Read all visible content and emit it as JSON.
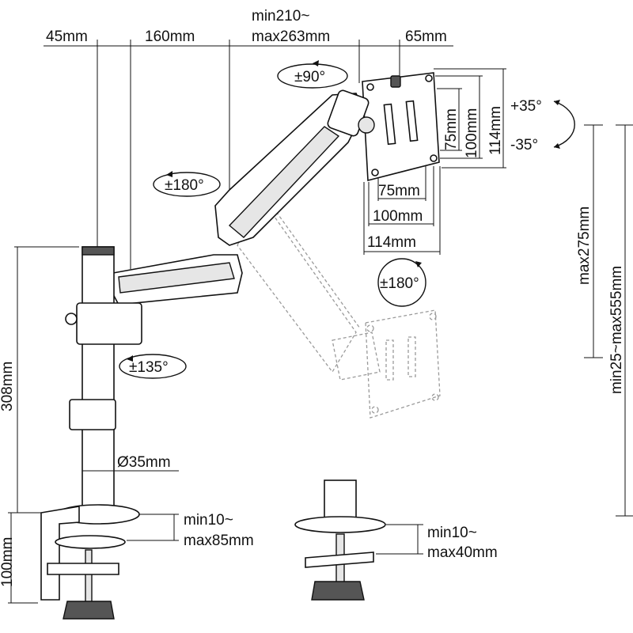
{
  "colors": {
    "line": "#111111",
    "ghost": "#9a9a9a",
    "fill_light": "#e6e6e6",
    "fill_dark": "#555555"
  },
  "labels": {
    "pole_offset": "45mm",
    "arm_lower": "160mm",
    "arm_upper_min": "min210~",
    "arm_upper_max": "max263mm",
    "head_offset": "65mm",
    "swivel_head": "±90°",
    "swivel_upper": "±180°",
    "swivel_base": "±135°",
    "rotation": "±180°",
    "tilt_up": "+35°",
    "tilt_down": "-35°",
    "vesa_h_75": "75mm",
    "vesa_h_100": "100mm",
    "vesa_h_114": "114mm",
    "vesa_v_75": "75mm",
    "vesa_v_100": "100mm",
    "vesa_v_114": "114mm",
    "height_range": "max275mm",
    "height_total": "min25~max555mm",
    "pole_height": "308mm",
    "pole_diameter": "Ø35mm",
    "clamp_min": "min10~",
    "clamp_max": "max85mm",
    "clamp_height": "100mm",
    "grommet_min": "min10~",
    "grommet_max": "max40mm"
  },
  "icons": [
    "swivel-arrow-icon",
    "tilt-arrow-icon",
    "rotation-arrow-icon"
  ]
}
